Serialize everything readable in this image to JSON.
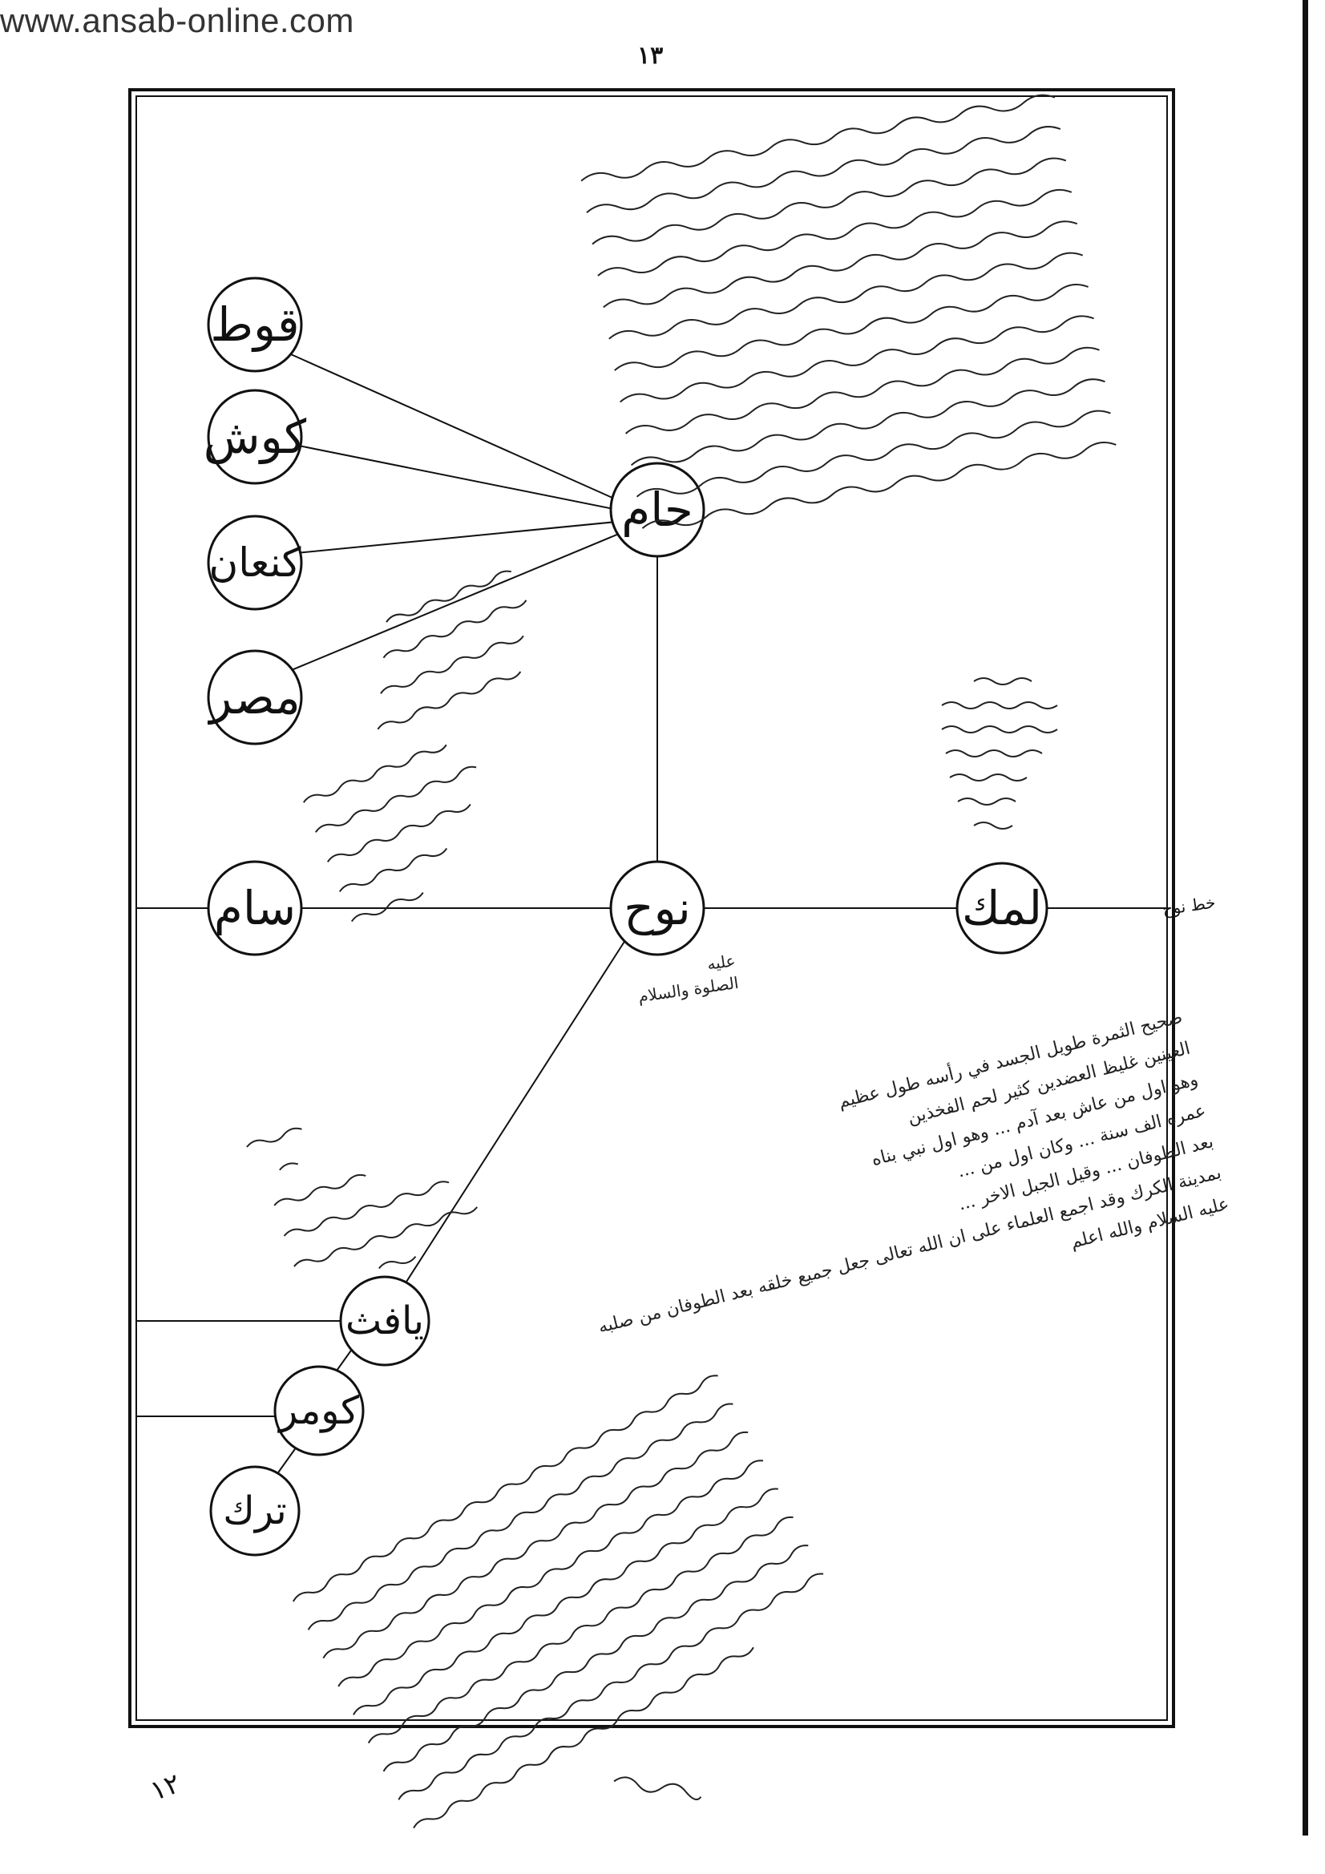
{
  "watermark": "www.ansab-online.com",
  "page_number": "١٣",
  "footer_number": "١٢",
  "catchword": "",
  "nodes": {
    "lamak": "لمك",
    "nuh": "نوح",
    "ham": "حام",
    "sam": "سام",
    "yafith": "يافث",
    "kumar": "كومر",
    "turk": "ترك",
    "qut": "قوط",
    "kush": "كوش",
    "kanan": "كنعان",
    "misr": "مصر"
  },
  "notes": {
    "nuh_note_header": "عليه\nالصلوة والسلام",
    "nuh_note": "صحيح الثمرة طويل الجسد في رأسه طول عظيم\nالعينين غليظ العضدين كثير لحم الفخذين\nوهو اول من عاش بعد آدم ... وهو اول نبي بناه\nعمره الف سنة ... وكان اول من ...\nبعد الطوفان ... وقيل الجبل الاخر ...\nبمدينة الكرك وقد اجمع العلماء على ان الله تعالى جعل جميع خلقه بعد الطوفان من صلبه عليه السلام والله اعلم",
    "side_label": "خط نوح"
  }
}
